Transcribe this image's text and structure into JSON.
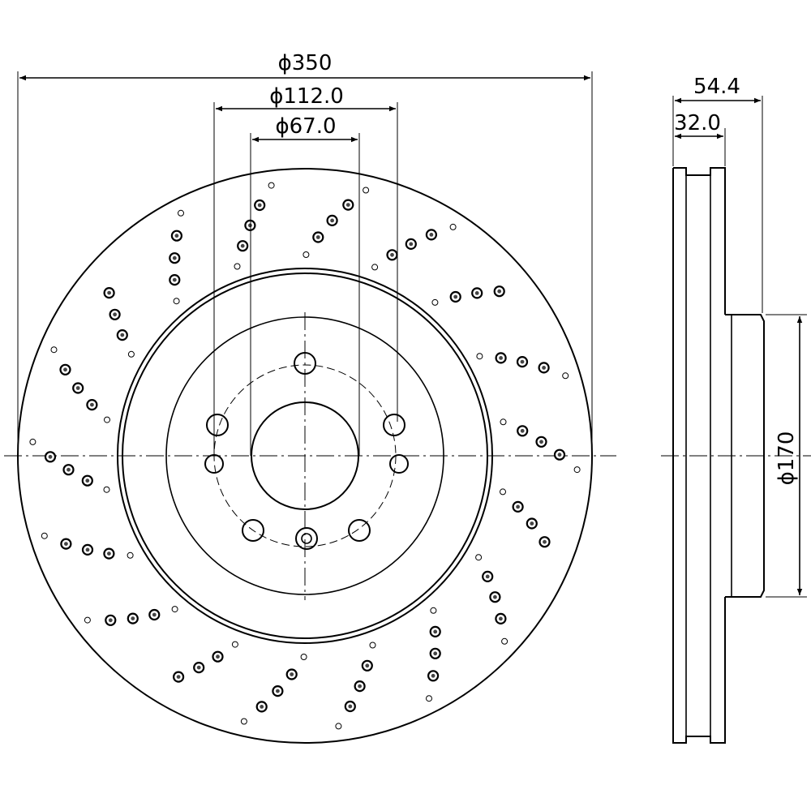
{
  "dimensions": {
    "outer_diameter": "ϕ350",
    "bolt_circle_diameter": "ϕ112.0",
    "center_bore_diameter": "ϕ67.0",
    "overall_height": "54.4",
    "disc_thickness": "32.0",
    "hat_diameter": "ϕ170"
  },
  "colors": {
    "line": "#000000",
    "background": "#ffffff"
  }
}
